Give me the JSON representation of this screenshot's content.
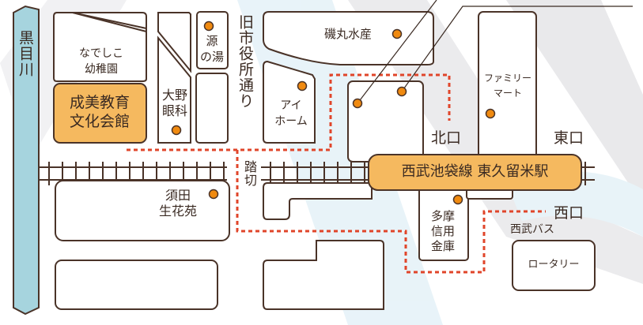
{
  "colors": {
    "building_fill": "#ffffff",
    "outline": "#4a3328",
    "highlight_fill": "#f5b95f",
    "river": "#a6d4de",
    "marker": "#f08a10",
    "walking_route": "#e0452a",
    "background_swoosh_gray": "#d8d8dc",
    "background_swoosh_blue": "#d6eaf4"
  },
  "river": {
    "label": "黒目川"
  },
  "street": {
    "label": "旧市役所通り"
  },
  "crossing": {
    "label": "踏切"
  },
  "station": {
    "label": "西武池袋線 東久留米駅"
  },
  "exits": {
    "north": "北口",
    "east": "東口",
    "west": "西口"
  },
  "bus": {
    "label": "西武バス",
    "rotary": "ロータリー"
  },
  "places": {
    "nadeshiko": "なでしこ\n幼稚園",
    "seibi": "成美教育\n文化会館",
    "ono": "大野\n眼科",
    "minamoto": "源\nの湯",
    "isomaru": "磯丸水産",
    "aihome": "アイ\nホーム",
    "familymart": "ファミリー\nマート",
    "sumita": "須田\n生花苑",
    "tama": "多摩\n信用\n金庫"
  },
  "markers": [
    "minamoto",
    "ono",
    "isomaru",
    "aihome",
    "unnamed-1",
    "unnamed-2",
    "familymart",
    "sumita",
    "tama"
  ]
}
